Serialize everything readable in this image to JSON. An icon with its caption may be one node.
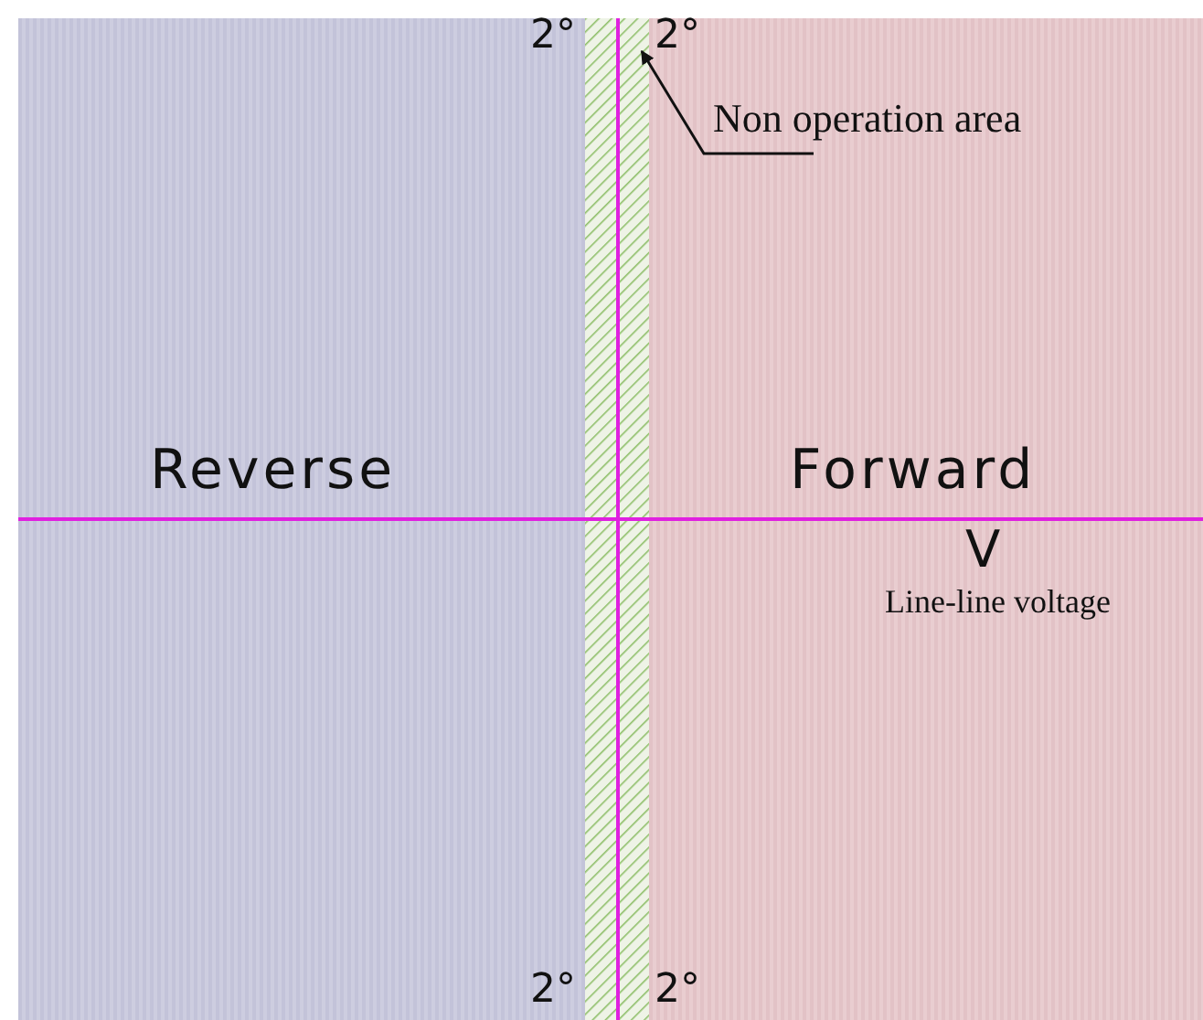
{
  "diagram": {
    "nodes": [
      {
        "text": [
          "Reverse"
        ]
      },
      {
        "text": [
          "Forward"
        ]
      },
      {
        "text": [],
        "shape": "box"
      },
      {
        "text": [
          "Non operation area"
        ],
        "in": 1
      }
    ],
    "edges": [
      {
        "from": 3,
        "to": 2,
        "arrow": "to"
      }
    ],
    "labels": [
      "2°",
      "2°",
      "V",
      "Line-line voltage",
      "2°",
      "2°"
    ]
  }
}
